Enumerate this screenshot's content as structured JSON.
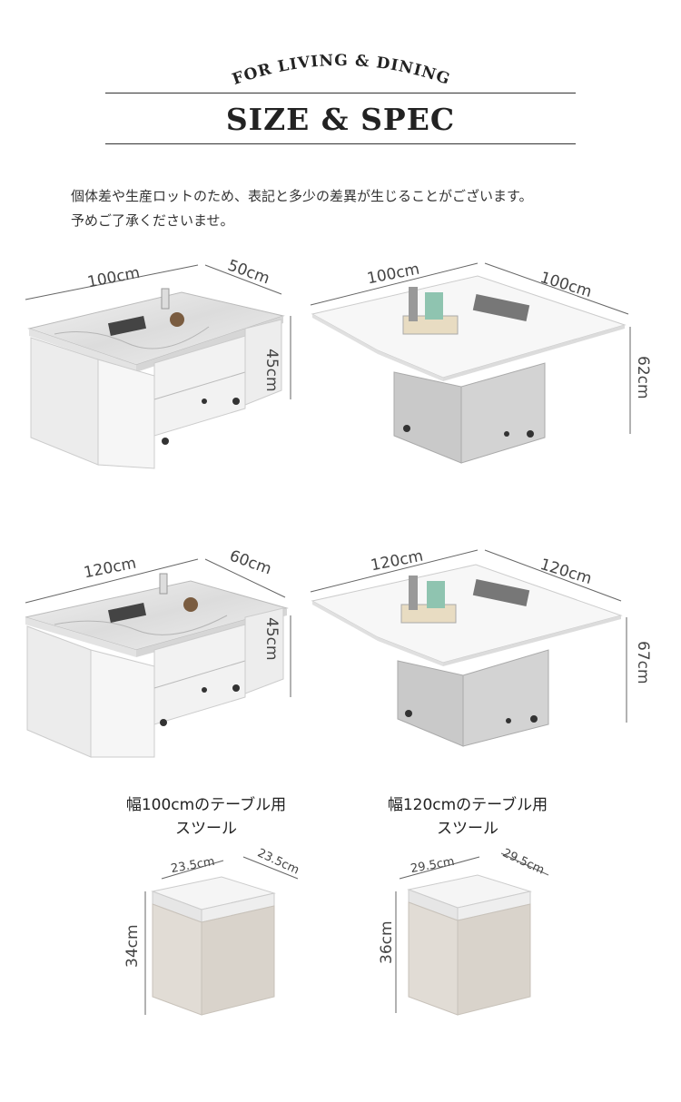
{
  "header": {
    "eyebrow": "FOR LIVING & DINING",
    "title": "SIZE & SPEC"
  },
  "notice": {
    "line1": "個体差や生産ロットのため、表記と多少の差異が生じることがございます。",
    "line2": "予めご了承くださいませ。"
  },
  "tables": [
    {
      "closed_width": "100cm",
      "closed_depth": "50cm",
      "closed_height": "45cm",
      "open_width": "100cm",
      "open_depth": "100cm",
      "open_height": "62cm"
    },
    {
      "closed_width": "120cm",
      "closed_depth": "60cm",
      "closed_height": "45cm",
      "open_width": "120cm",
      "open_depth": "120cm",
      "open_height": "67cm"
    }
  ],
  "stools": [
    {
      "caption_line1": "幅100cmのテーブル用",
      "caption_line2": "スツール",
      "width": "23.5cm",
      "depth": "23.5cm",
      "height": "34cm"
    },
    {
      "caption_line1": "幅120cmのテーブル用",
      "caption_line2": "スツール",
      "width": "29.5cm",
      "depth": "29.5cm",
      "height": "36cm"
    }
  ]
}
